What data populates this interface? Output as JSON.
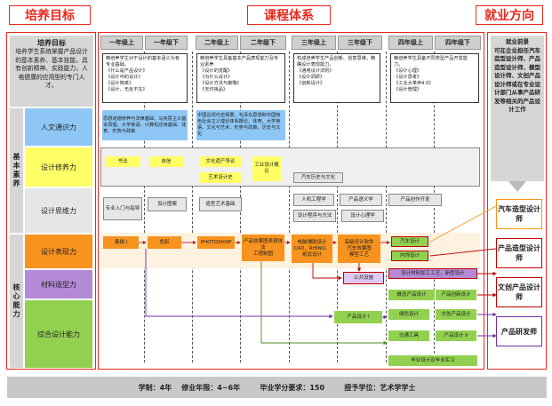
{
  "headers": {
    "left": "培养目标",
    "middle": "课程体系",
    "right": "就业方向"
  },
  "goal": {
    "title": "培养目标",
    "text": "培养学生系统掌握产品设计的基本素养、基本技能，具有创新精神、实践能力，人格健康的应用型的专门人才。"
  },
  "side_labels": {
    "basic": "基本素养",
    "core": "核心能力"
  },
  "abilities": [
    "人文通识力",
    "设计修养力",
    "设计思维力",
    "设计表现力",
    "材料造型力",
    "综合设计能力"
  ],
  "semesters": [
    "一年级上",
    "一年级下",
    "二年级上",
    "二年级下",
    "三年级上",
    "三年级下",
    "四年级上",
    "四年级下"
  ],
  "year_notes": [
    "精培养学生对于设计的基本涵义为有专业基础。\n《什么是产品设计》\n《设计中的设计》\n《设计简单》\n《设计，无处不在》",
    "精培养学生具备基本产品表现能力及专业素养\n《设计的觉醒》\n《为什么设计》\n《设计方法与策略》\n《无印良品》",
    "构成培养学生产品创新、创意思维，精确设计表现能力。\n《通用设计法则》\n《设计调研》\n《创新设计》",
    "精培养学生具备不同类型产品开发能力。\n《设计心理》\n《设计思考》\n《工业大革命4.0》\n《设计管理》"
  ],
  "general_notes": [
    "思想道德修养与法律基础、马克思主义基本原理、大学英语、计算机应用基础、体育、形势与政策",
    "中国近现代史纲要、毛泽东思想和中国特色社会主义理论体系概论、体育、大学英语、文化与艺术、形势与政策、历史与文化"
  ],
  "courses": {
    "sketch": "书法",
    "self": "自信",
    "culture": "文化遗产导论",
    "art_design": "艺术设计史",
    "industrial_history": "工业设计概论",
    "auto_culture": "汽车历史与文化",
    "intro": "专业入门与指导",
    "design_sketch": "设计图案",
    "form_basic": "造型艺术基础",
    "ergonomics": "人机工程学",
    "product_semantics": "产品语义学",
    "product_dev": "产品创作开发",
    "design_program": "设计程序与方法",
    "design_psych": "设计心理学",
    "sketch2": "素描 I",
    "color": "色彩",
    "photoshop": "PHOTOSHOP",
    "render": "产品效果图表现技法\n工程制图",
    "cad": "电脑辅助设计 CAD、RHINO、纸式设计",
    "auto_model": "高级设计软件\n汽车效果图\n模型工艺",
    "auto_design": "汽车设计",
    "interior": "内饰设计",
    "material_process": "设计材料加工工艺、新型设计",
    "public_design": "公共设施",
    "transport": "概念产品设计",
    "product_design_box": "产品创新设计",
    "product_design1": "产品设计 I",
    "service": "绿色设计",
    "cultural_product": "文创产品设计",
    "transport2": "交通工具",
    "product_design2": "产品设计 II",
    "graduation": "毕业设计及毕业实习"
  },
  "employment": {
    "intro": "就业前景\n可在企业担任汽车造型设计师、产品造型设计师、模型设计师、文创产品设计师或在专业设计部门从事产品研发等相关的产品设计工作",
    "jobs": [
      "汽车造型设计师",
      "产品造型设计师",
      "文创产品设计师",
      "产品研发师"
    ]
  },
  "footer": "学制：4年    修业年限：4~6年        毕业学分要求：150        授予学位：艺术学学士"
}
